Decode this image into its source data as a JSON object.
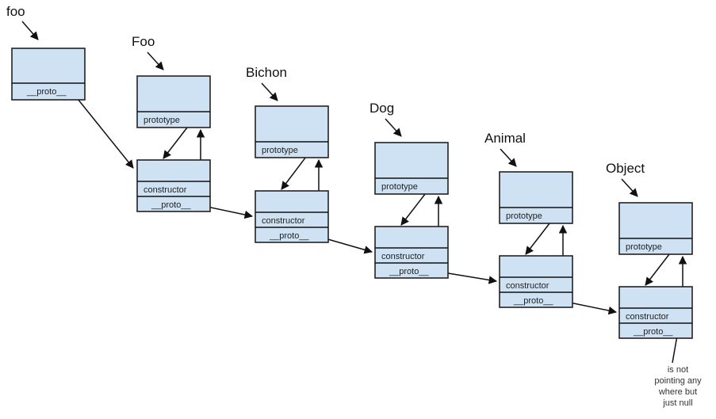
{
  "colors": {
    "box_fill": "#cfe2f3",
    "stroke": "#222222"
  },
  "instance": {
    "label": "foo",
    "proto_label": "__proto__"
  },
  "chain": [
    {
      "name": "Foo",
      "prototype_label": "prototype",
      "constructor_label": "constructor",
      "proto_label": "__proto__"
    },
    {
      "name": "Bichon",
      "prototype_label": "prototype",
      "constructor_label": "constructor",
      "proto_label": "__proto__"
    },
    {
      "name": "Dog",
      "prototype_label": "prototype",
      "constructor_label": "constructor",
      "proto_label": "__proto__"
    },
    {
      "name": "Animal",
      "prototype_label": "prototype",
      "constructor_label": "constructor",
      "proto_label": "__proto__"
    },
    {
      "name": "Object",
      "prototype_label": "prototype",
      "constructor_label": "constructor",
      "proto_label": "__proto__"
    }
  ],
  "null_note": [
    "is not",
    "pointing any",
    "where but",
    "just null"
  ]
}
